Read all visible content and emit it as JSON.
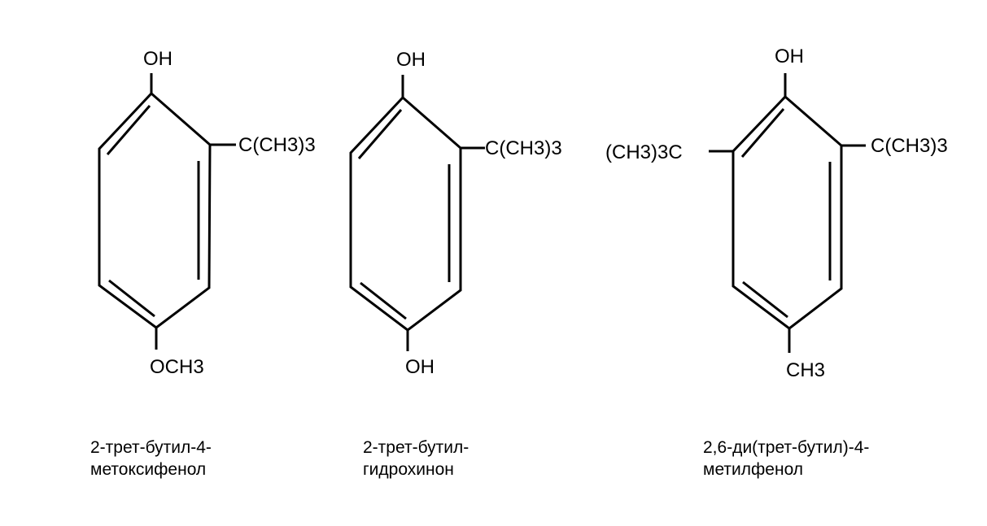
{
  "molecules": [
    {
      "top_group": "OH",
      "right_group": "C(CH3)3",
      "left_group": "",
      "bottom_group": "OCH3",
      "caption_line1": "2-трет-бутил-4-",
      "caption_line2": "метоксифенол"
    },
    {
      "top_group": "OH",
      "right_group": "C(CH3)3",
      "left_group": "",
      "bottom_group": "OH",
      "caption_line1": "2-трет-бутил-",
      "caption_line2": "гидрохинон"
    },
    {
      "top_group": "OH",
      "right_group": "C(CH3)3",
      "left_group": "(CH3)3C",
      "bottom_group": "CH3",
      "caption_line1": "2,6-ди(трет-бутил)-4-",
      "caption_line2": "метилфенол"
    }
  ]
}
